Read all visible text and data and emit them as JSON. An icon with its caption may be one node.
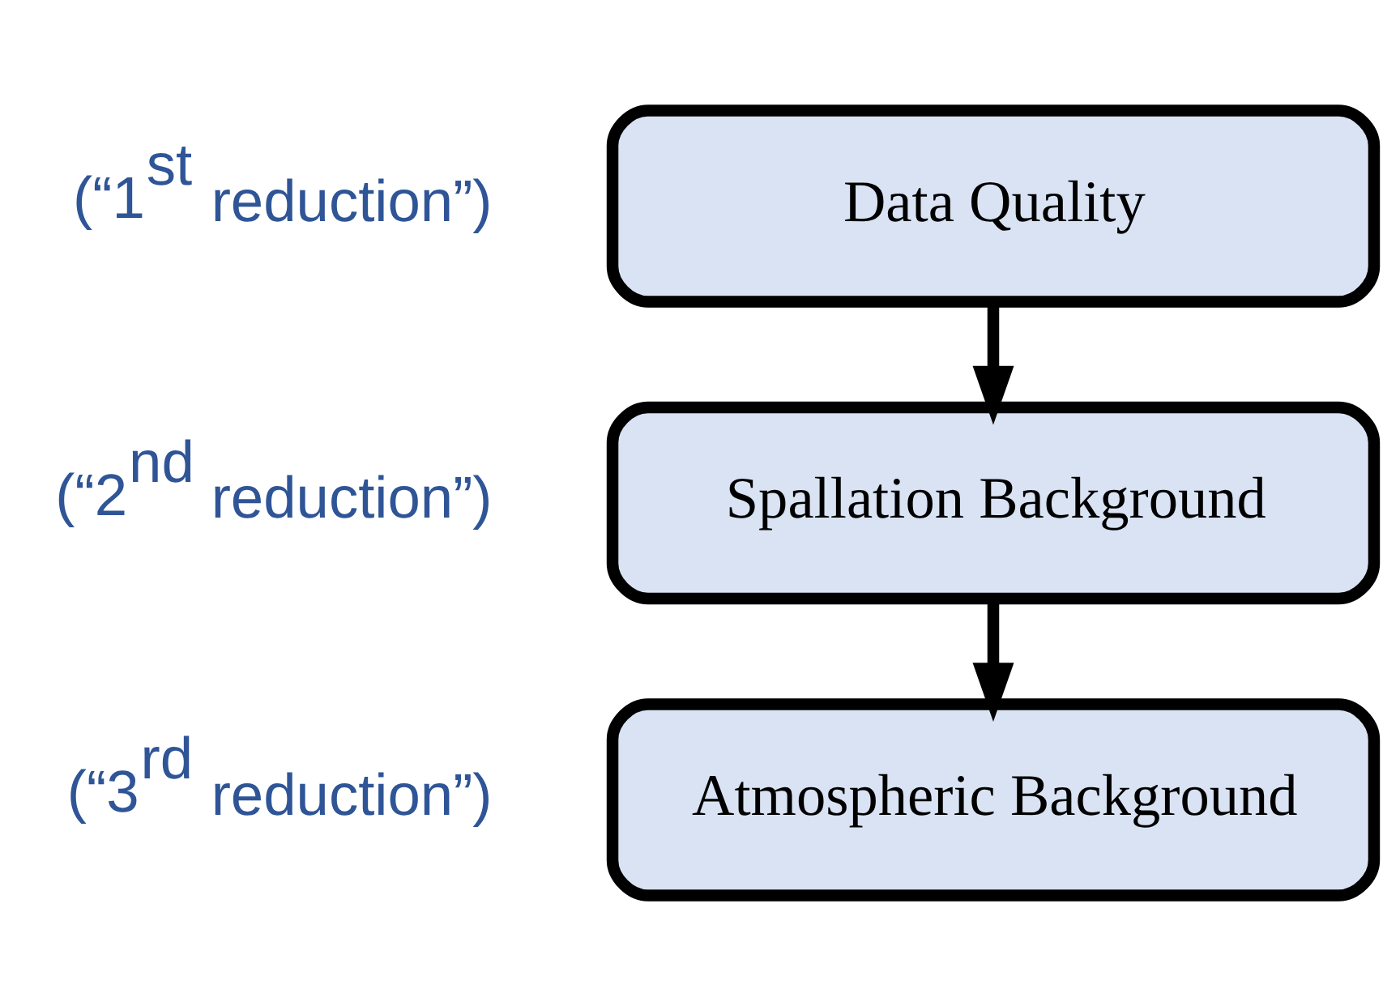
{
  "diagram": {
    "nodes": [
      {
        "text": [
          "Data Quality"
        ],
        "beside": [
          "(“1$^{st}$ reduction”)"
        ]
      },
      {
        "text": [
          "Spallation Background"
        ],
        "beside": [
          "(“2$^{nd}$ reduction”)"
        ]
      },
      {
        "text": [
          "Atmospheric Background"
        ],
        "beside": [
          "(“3$^{rd}$ reduction”)"
        ]
      }
    ],
    "edges": [
      {
        "from": 0,
        "to": 1,
        "arrow": "to"
      },
      {
        "from": 1,
        "to": 2,
        "arrow": "to"
      }
    ]
  }
}
